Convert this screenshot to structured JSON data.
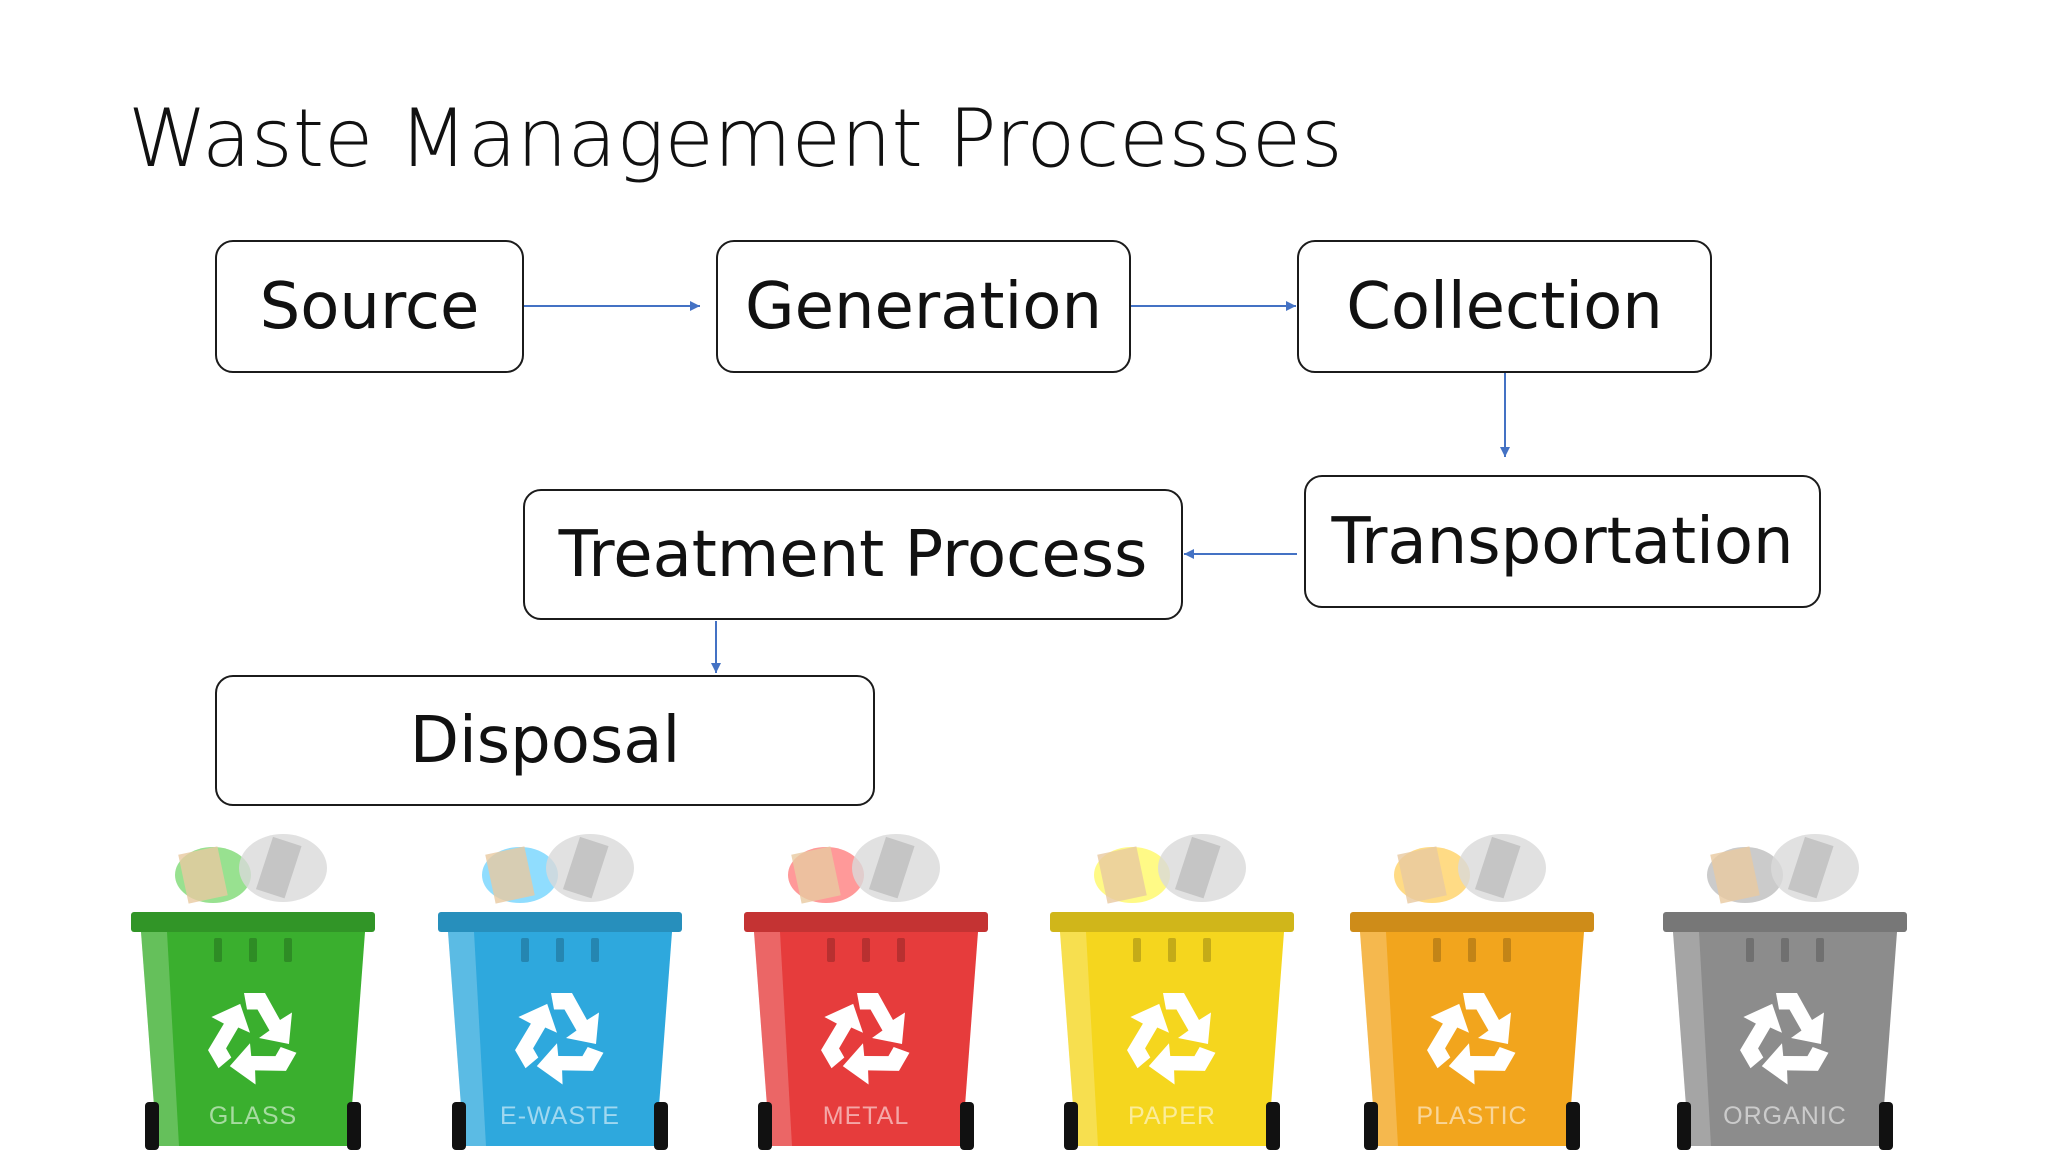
{
  "title": "Waste Management Processes",
  "steps": {
    "source": "Source",
    "generation": "Generation",
    "collection": "Collection",
    "transportation": "Transportation",
    "treatment": "Treatment Process",
    "disposal": "Disposal"
  },
  "bins": [
    {
      "label": "GLASS",
      "color": "#3aaf2e",
      "icon": "recycle-icon"
    },
    {
      "label": "E-WASTE",
      "color": "#2ea8dd",
      "icon": "recycle-icon"
    },
    {
      "label": "METAL",
      "color": "#e63c3c",
      "icon": "recycle-icon"
    },
    {
      "label": "PAPER",
      "color": "#f5d61e",
      "icon": "recycle-icon"
    },
    {
      "label": "PLASTIC",
      "color": "#f2a51d",
      "icon": "recycle-icon"
    },
    {
      "label": "ORGANIC",
      "color": "#8c8c8c",
      "icon": "recycle-icon"
    }
  ],
  "colors": {
    "arrow": "#4472c4",
    "box_border": "#1b1b1b"
  }
}
